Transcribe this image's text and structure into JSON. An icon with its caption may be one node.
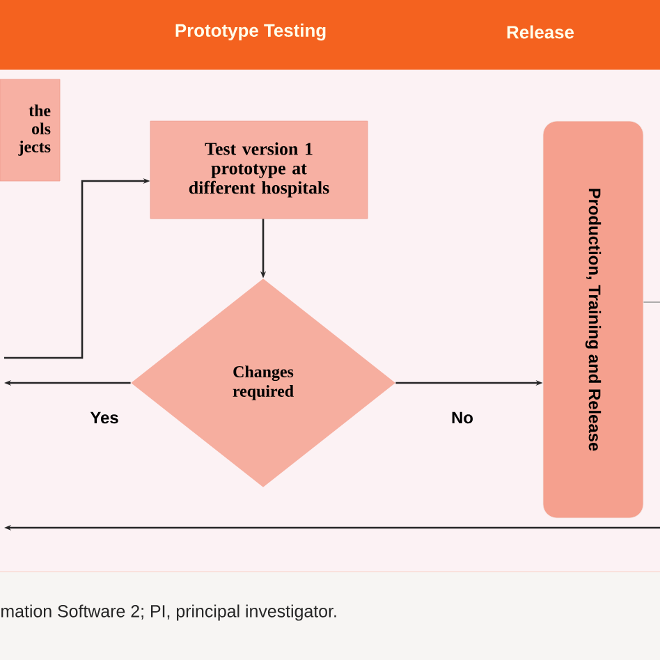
{
  "diagram": {
    "caption": "mation Software 2; PI, principal investigator.",
    "nodes": [
      {
        "text": [
          "the ols jects"
        ]
      },
      {
        "text": [
          "Test version 1 prototype at different hospitals"
        ]
      },
      {
        "text": [
          "Changes required"
        ]
      },
      {
        "text": [
          "Production, Training and Release"
        ]
      },
      {
        "text": [
          "Prototype Testing"
        ]
      },
      {
        "text": [
          "Release"
        ]
      }
    ],
    "edges": [
      {
        "from": null,
        "to": 1,
        "arrow": "to"
      },
      {
        "from": 1,
        "to": 2,
        "arrow": "to"
      },
      {
        "from": 2,
        "to": null,
        "arrow": "to",
        "label": "Yes"
      },
      {
        "from": 2,
        "to": 3,
        "arrow": "to",
        "label": "No"
      },
      {
        "from": 3,
        "to": null,
        "arrow": "none",
        "color": "#9a9a9a"
      }
    ]
  }
}
